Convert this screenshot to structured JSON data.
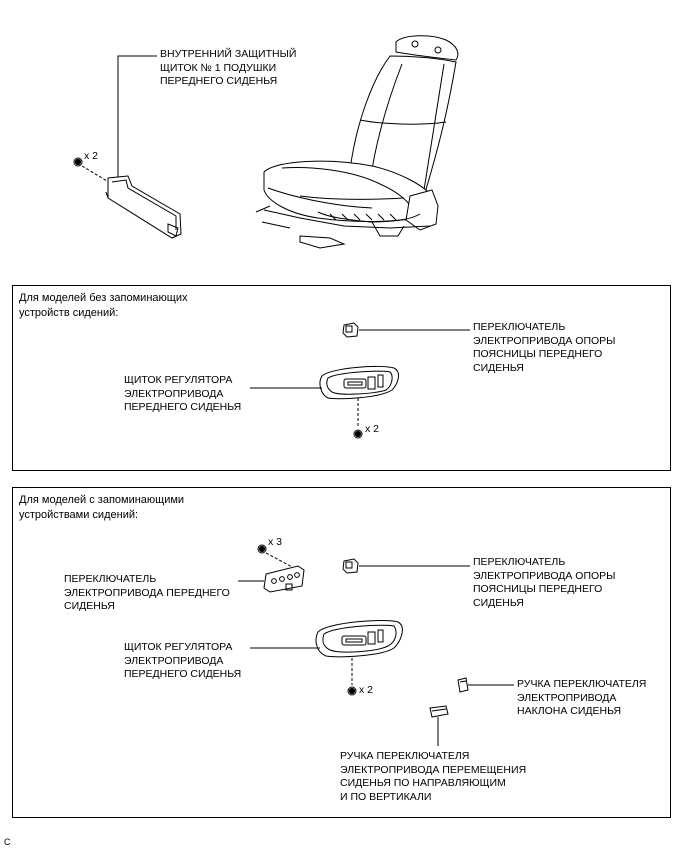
{
  "top": {
    "label": "ВНУТРЕННИЙ ЗАЩИТНЫЙ\nЩИТОК № 1 ПОДУШКИ\nПЕРЕДНЕГО СИДЕНЬЯ",
    "count": "x 2"
  },
  "panel1": {
    "header": "Для моделей без запоминающих\nустройств сидений:",
    "switch_label": "ПЕРЕКЛЮЧАТЕЛЬ\nЭЛЕКТРОПРИВОДА ОПОРЫ\nПОЯСНИЦЫ ПЕРЕДНЕГО\nСИДЕНЬЯ",
    "shield_label": "ЩИТОК РЕГУЛЯТОРА\nЭЛЕКТРОПРИВОДА\nПЕРЕДНЕГО СИДЕНЬЯ",
    "count": "x 2"
  },
  "panel2": {
    "header": "Для моделей с запоминающими\nустройствами сидений:",
    "count_switch": "x 3",
    "front_switch_label": "ПЕРЕКЛЮЧАТЕЛЬ\nЭЛЕКТРОПРИВОДА ПЕРЕДНЕГО\nСИДЕНЬЯ",
    "lumbar_label": "ПЕРЕКЛЮЧАТЕЛЬ\nЭЛЕКТРОПРИВОДА ОПОРЫ\nПОЯСНИЦЫ ПЕРЕДНЕГО\nСИДЕНЬЯ",
    "shield_label": "ЩИТОК РЕГУЛЯТОРА\nЭЛЕКТРОПРИВОДА\nПЕРЕДНЕГО СИДЕНЬЯ",
    "count_shield": "x 2",
    "recline_knob_label": "РУЧКА ПЕРЕКЛЮЧАТЕЛЯ\nЭЛЕКТРОПРИВОДА\nНАКЛОНА СИДЕНЬЯ",
    "slide_knob_label": "РУЧКА ПЕРЕКЛЮЧАТЕЛЯ\nЭЛЕКТРОПРИВОДА ПЕРЕМЕЩЕНИЯ\nСИДЕНЬЯ ПО НАПРАВЛЯЮЩИМ\nИ ПО ВЕРТИКАЛИ"
  },
  "footer_code": "C"
}
